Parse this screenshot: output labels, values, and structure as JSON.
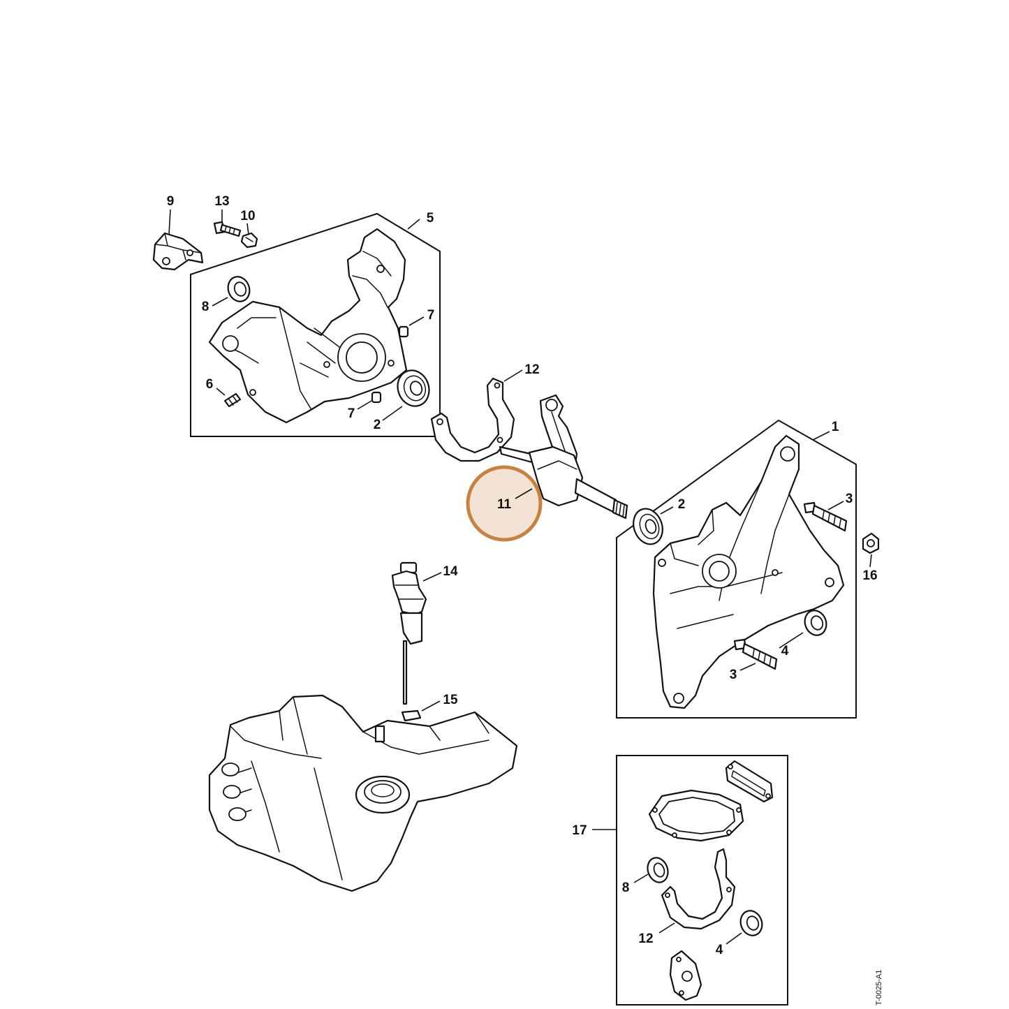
{
  "diagram": {
    "callouts": [
      {
        "id": "c1",
        "label": "1"
      },
      {
        "id": "c2a",
        "label": "2"
      },
      {
        "id": "c2b",
        "label": "2"
      },
      {
        "id": "c3a",
        "label": "3"
      },
      {
        "id": "c3b",
        "label": "3"
      },
      {
        "id": "c4a",
        "label": "4"
      },
      {
        "id": "c4b",
        "label": "4"
      },
      {
        "id": "c5",
        "label": "5"
      },
      {
        "id": "c6",
        "label": "6"
      },
      {
        "id": "c7a",
        "label": "7"
      },
      {
        "id": "c7b",
        "label": "7"
      },
      {
        "id": "c8a",
        "label": "8"
      },
      {
        "id": "c8b",
        "label": "8"
      },
      {
        "id": "c9",
        "label": "9"
      },
      {
        "id": "c10",
        "label": "10"
      },
      {
        "id": "c11",
        "label": "11"
      },
      {
        "id": "c12a",
        "label": "12"
      },
      {
        "id": "c12b",
        "label": "12"
      },
      {
        "id": "c13",
        "label": "13"
      },
      {
        "id": "c14",
        "label": "14"
      },
      {
        "id": "c15",
        "label": "15"
      },
      {
        "id": "c16",
        "label": "16"
      },
      {
        "id": "c17",
        "label": "17"
      }
    ],
    "highlight": {
      "callout": "11",
      "color": "#C8813F"
    },
    "doc_id": "T-0025-A1"
  }
}
